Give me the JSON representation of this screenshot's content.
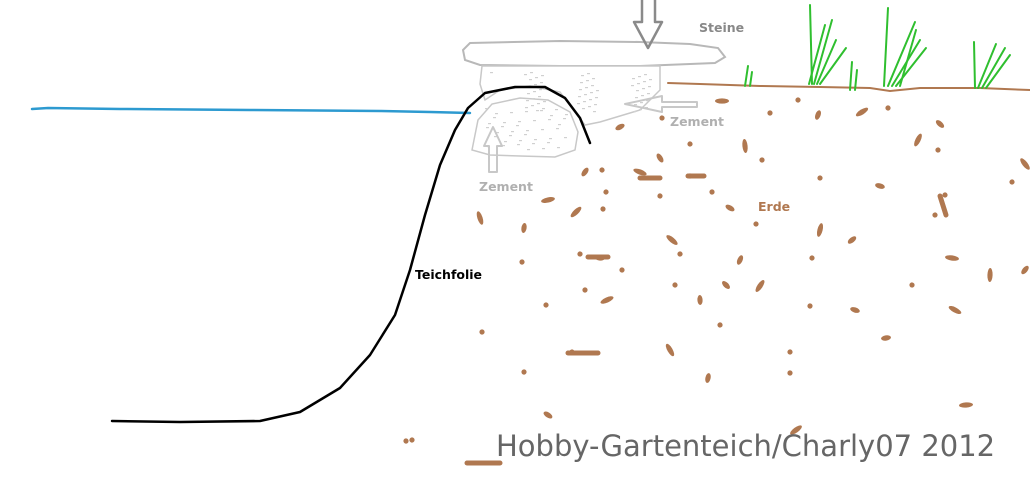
{
  "labels": {
    "stones": "Steine",
    "cement_right": "Zement",
    "cement_left": "Zement",
    "soil": "Erde",
    "liner": "Teichfolie"
  },
  "watermark": "Hobby-Gartenteich/Charly07 2012",
  "colors": {
    "water": "#2d9ad0",
    "liner": "#000000",
    "soil": "#b07850",
    "grass": "#2fbf2f",
    "stone_outline": "#b8b8b8",
    "cement_outline": "#c8c8c8",
    "arrow": "#8a8a8a",
    "label_stones": "#888888",
    "label_cement": "#b0b0b0",
    "label_soil": "#b07850",
    "label_liner": "#000000",
    "watermark": "#666666"
  }
}
